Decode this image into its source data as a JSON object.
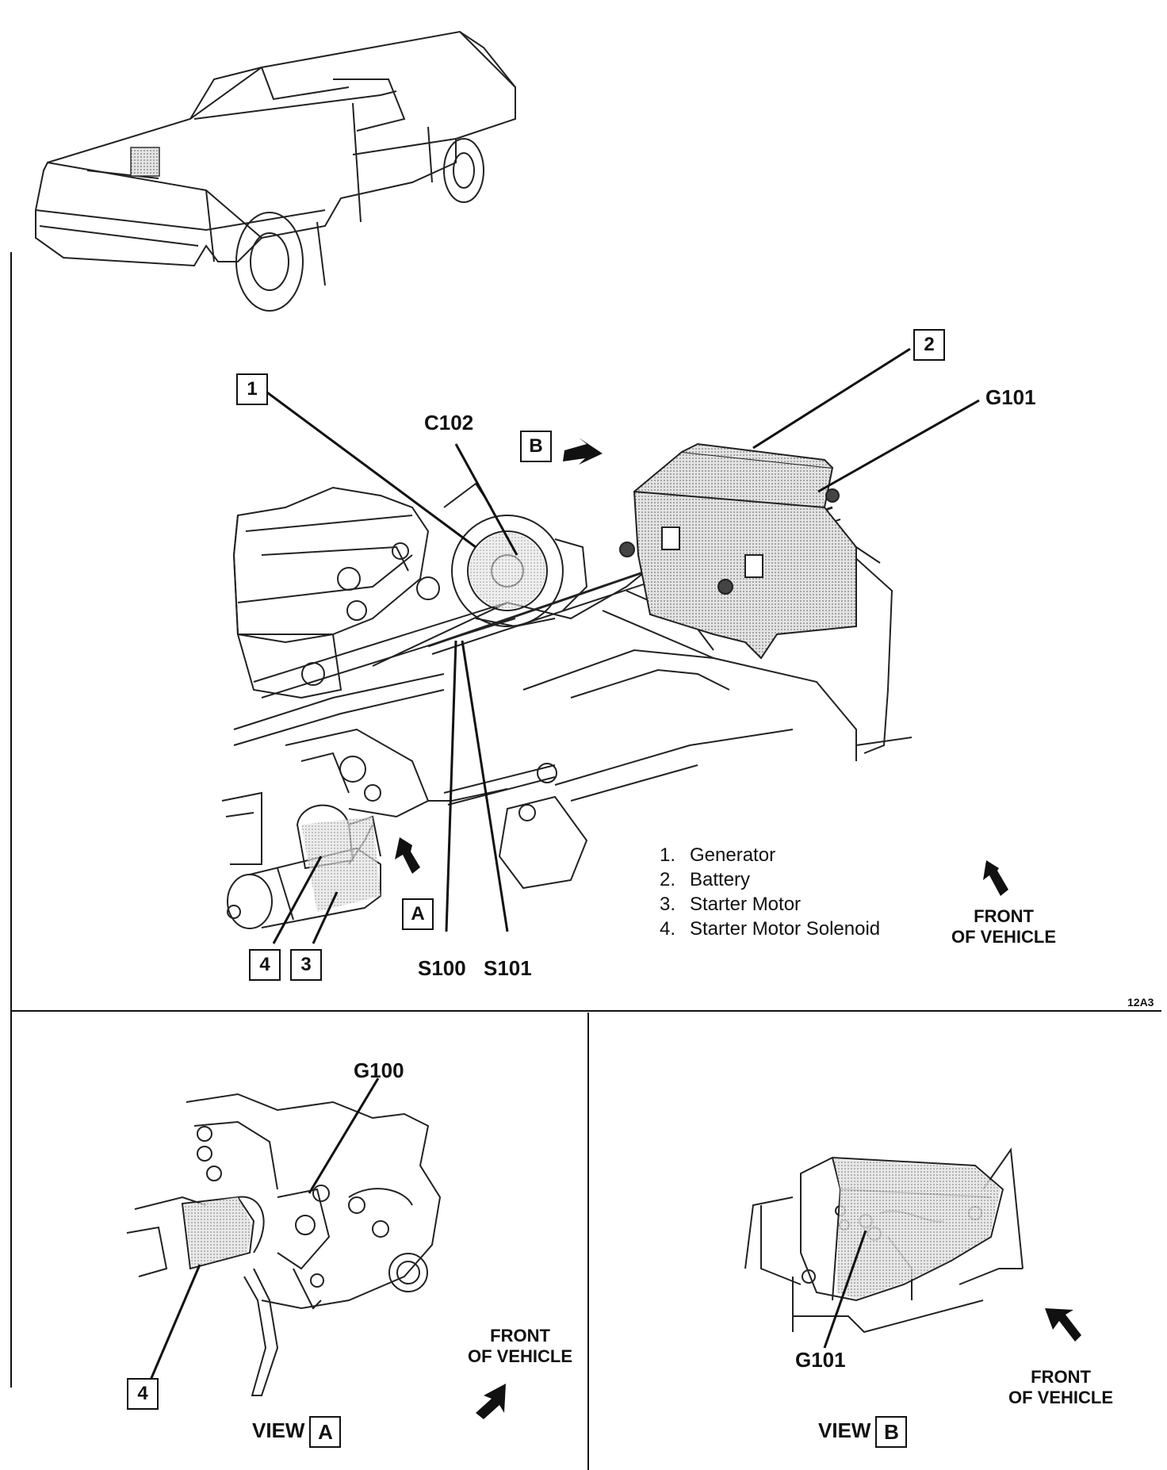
{
  "callouts": {
    "c1": "1",
    "c2": "2",
    "c3": "3",
    "c4": "4",
    "c4_view_a": "4",
    "view_a_box": "A",
    "view_b_box": "B"
  },
  "connectors": {
    "c102": "C102",
    "g101_main": "G101",
    "s100": "S100",
    "s101": "S101",
    "g100": "G100",
    "g101_view_b": "G101"
  },
  "legend": {
    "items": [
      {
        "num": "1.",
        "label": "Generator"
      },
      {
        "num": "2.",
        "label": "Battery"
      },
      {
        "num": "3.",
        "label": "Starter Motor"
      },
      {
        "num": "4.",
        "label": "Starter Motor Solenoid"
      }
    ]
  },
  "front_of_vehicle": {
    "line1": "FRONT",
    "line2": "OF VEHICLE"
  },
  "figure_code": "12A3",
  "views": {
    "a_label": "VIEW",
    "a_letter": "A",
    "b_label": "VIEW",
    "b_letter": "B"
  },
  "colors": {
    "ink": "#111111",
    "shade": "#bdbdbd",
    "background": "#ffffff"
  }
}
